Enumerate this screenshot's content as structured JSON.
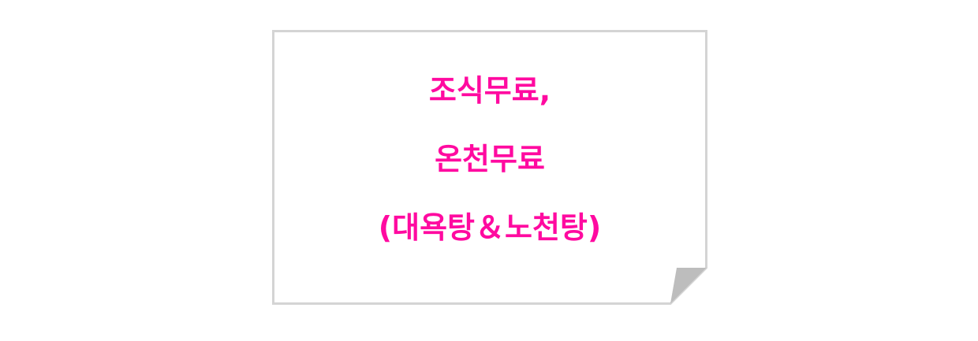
{
  "note": {
    "lines": [
      "조식무료,",
      "온천무료",
      "(대욕탕＆노천탕)"
    ]
  },
  "colors": {
    "text": "#ff0aa0",
    "border": "#d4d4d4",
    "fold": "#bdbdbd"
  }
}
